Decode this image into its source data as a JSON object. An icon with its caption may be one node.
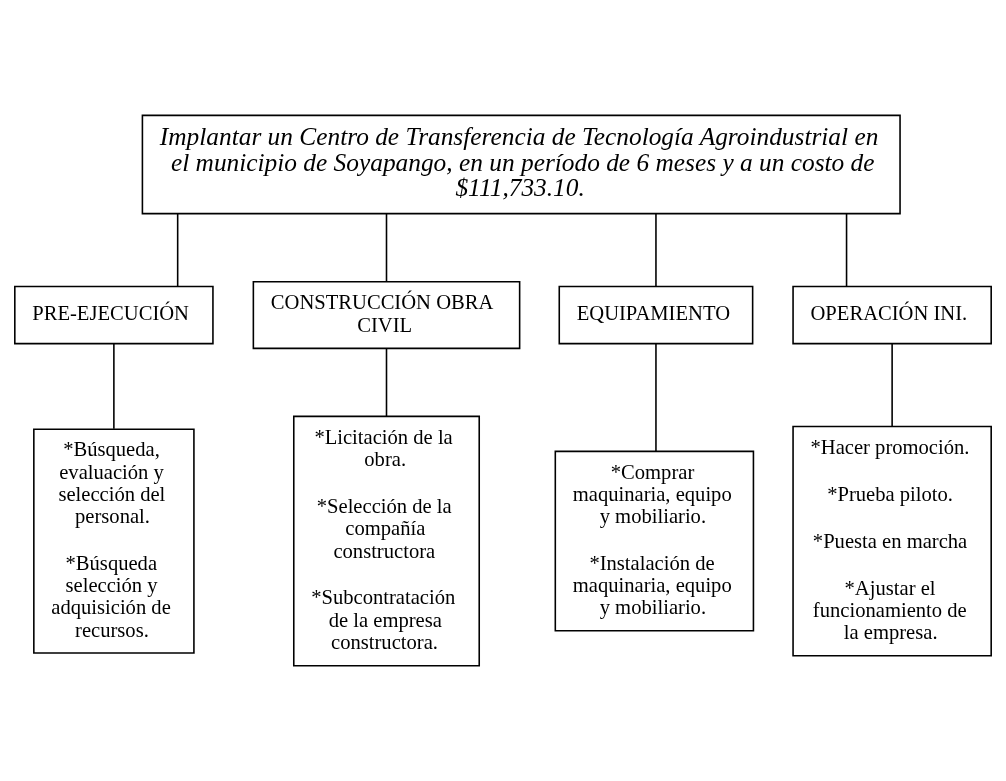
{
  "diagram": {
    "nodes": [
      {
        "text": [
          "Implantar un Centro de Transferencia de Tecnología Agroindustrial en el municipio de Soyapango, en un período de 6 meses y a un costo de $111,733.10."
        ]
      },
      {
        "text": [
          "PRE-EJECUCIÓN"
        ]
      },
      {
        "text": [
          "CONSTRUCCIÓN OBRA CIVIL"
        ]
      },
      {
        "text": [
          "EQUIPAMIENTO"
        ]
      },
      {
        "text": [
          "OPERACIÓN INI."
        ]
      },
      {
        "text": [
          "*Búsqueda, evaluación y selección del personal.",
          "*Búsqueda selección y adquisición de recursos."
        ]
      },
      {
        "text": [
          "*Licitación de la obra.",
          "*Selección de la compañía constructora",
          "*Subcontratación de la empresa constructora."
        ]
      },
      {
        "text": [
          "*Comprar maquinaria, equipo y mobiliario.",
          "*Instalación de maquinaria, equipo y mobiliario."
        ]
      },
      {
        "text": [
          "*Hacer promoción.",
          "*Prueba piloto.",
          "*Puesta en marcha",
          "*Ajustar el funcionamiento de la empresa."
        ]
      }
    ],
    "edges": [
      {
        "from": 0,
        "to": 1,
        "arrow": "none"
      },
      {
        "from": 0,
        "to": 2,
        "arrow": "none"
      },
      {
        "from": 0,
        "to": 3,
        "arrow": "none"
      },
      {
        "from": 0,
        "to": 4,
        "arrow": "none"
      },
      {
        "from": 1,
        "to": 5,
        "arrow": "none"
      },
      {
        "from": 2,
        "to": 6,
        "arrow": "none"
      },
      {
        "from": 3,
        "to": 7,
        "arrow": "none"
      },
      {
        "from": 4,
        "to": 8,
        "arrow": "none"
      }
    ]
  }
}
